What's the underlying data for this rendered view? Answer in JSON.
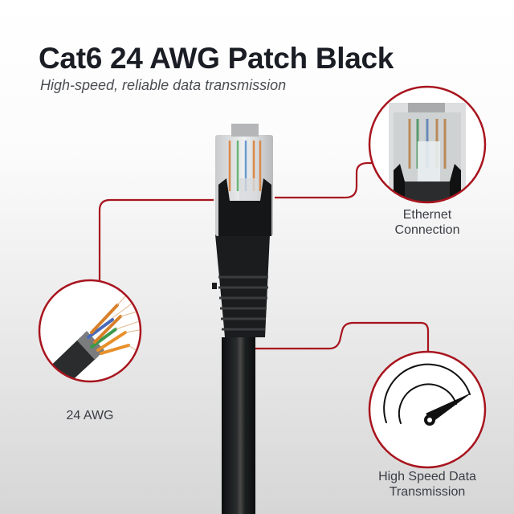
{
  "header": {
    "title": "Cat6 24 AWG Patch Black",
    "subtitle": "High-speed, reliable data transmission"
  },
  "colors": {
    "accent": "#a8141e",
    "title": "#1a1d24",
    "label": "#3a3d44",
    "cable": "#15181a"
  },
  "features": [
    {
      "id": "ethernet",
      "icon": "rj45-connector-closeup-icon",
      "line1": "Ethernet",
      "line2": "Connection"
    },
    {
      "id": "awg",
      "icon": "stripped-wire-bundle-icon",
      "line1": "24 AWG",
      "line2": ""
    },
    {
      "id": "speed",
      "icon": "speedometer-icon",
      "line1": "High Speed Data",
      "line2": "Transmission"
    }
  ]
}
